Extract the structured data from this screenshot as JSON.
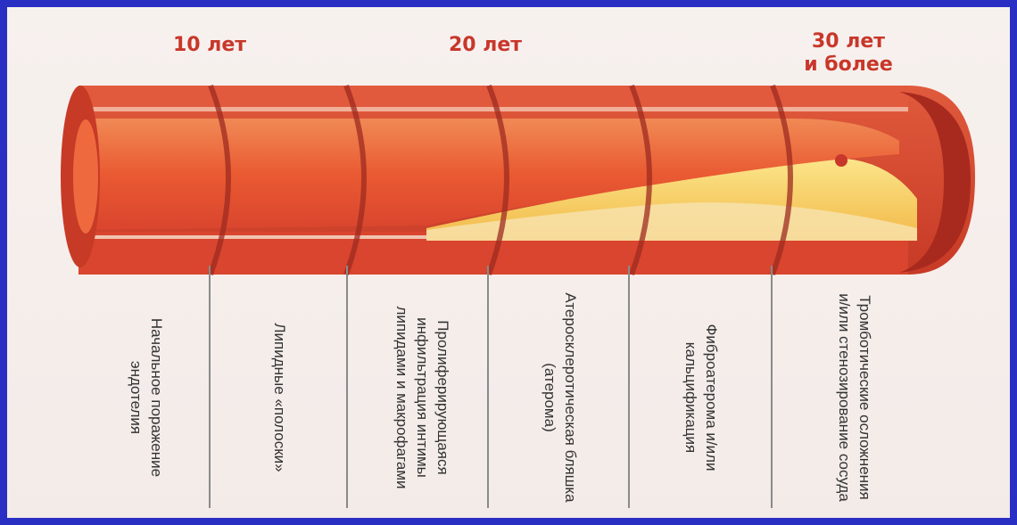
{
  "ages": {
    "a10": "10 лет",
    "a20": "20 лет",
    "a30_line1": "30 лет",
    "a30_line2": "и более"
  },
  "stages": [
    {
      "label": "Начальное поражение эндотелия"
    },
    {
      "label": "Липидные «полоски»"
    },
    {
      "label": "Пролиферирующаяся инфильтрация интимы липидами и макрофагами"
    },
    {
      "label": "Атеросклеротическая бляшка (атерома)"
    },
    {
      "label": "Фиброатерома и/или кальцификация"
    },
    {
      "label": "Тромботические осложнения и/или стенозирование сосуда"
    }
  ],
  "colors": {
    "background": "#2a2fc4",
    "vessel_wall": "#d9452e",
    "lumen": "#ee6a3e",
    "plaque": "#f6d35a",
    "age_text": "#c8372a"
  }
}
